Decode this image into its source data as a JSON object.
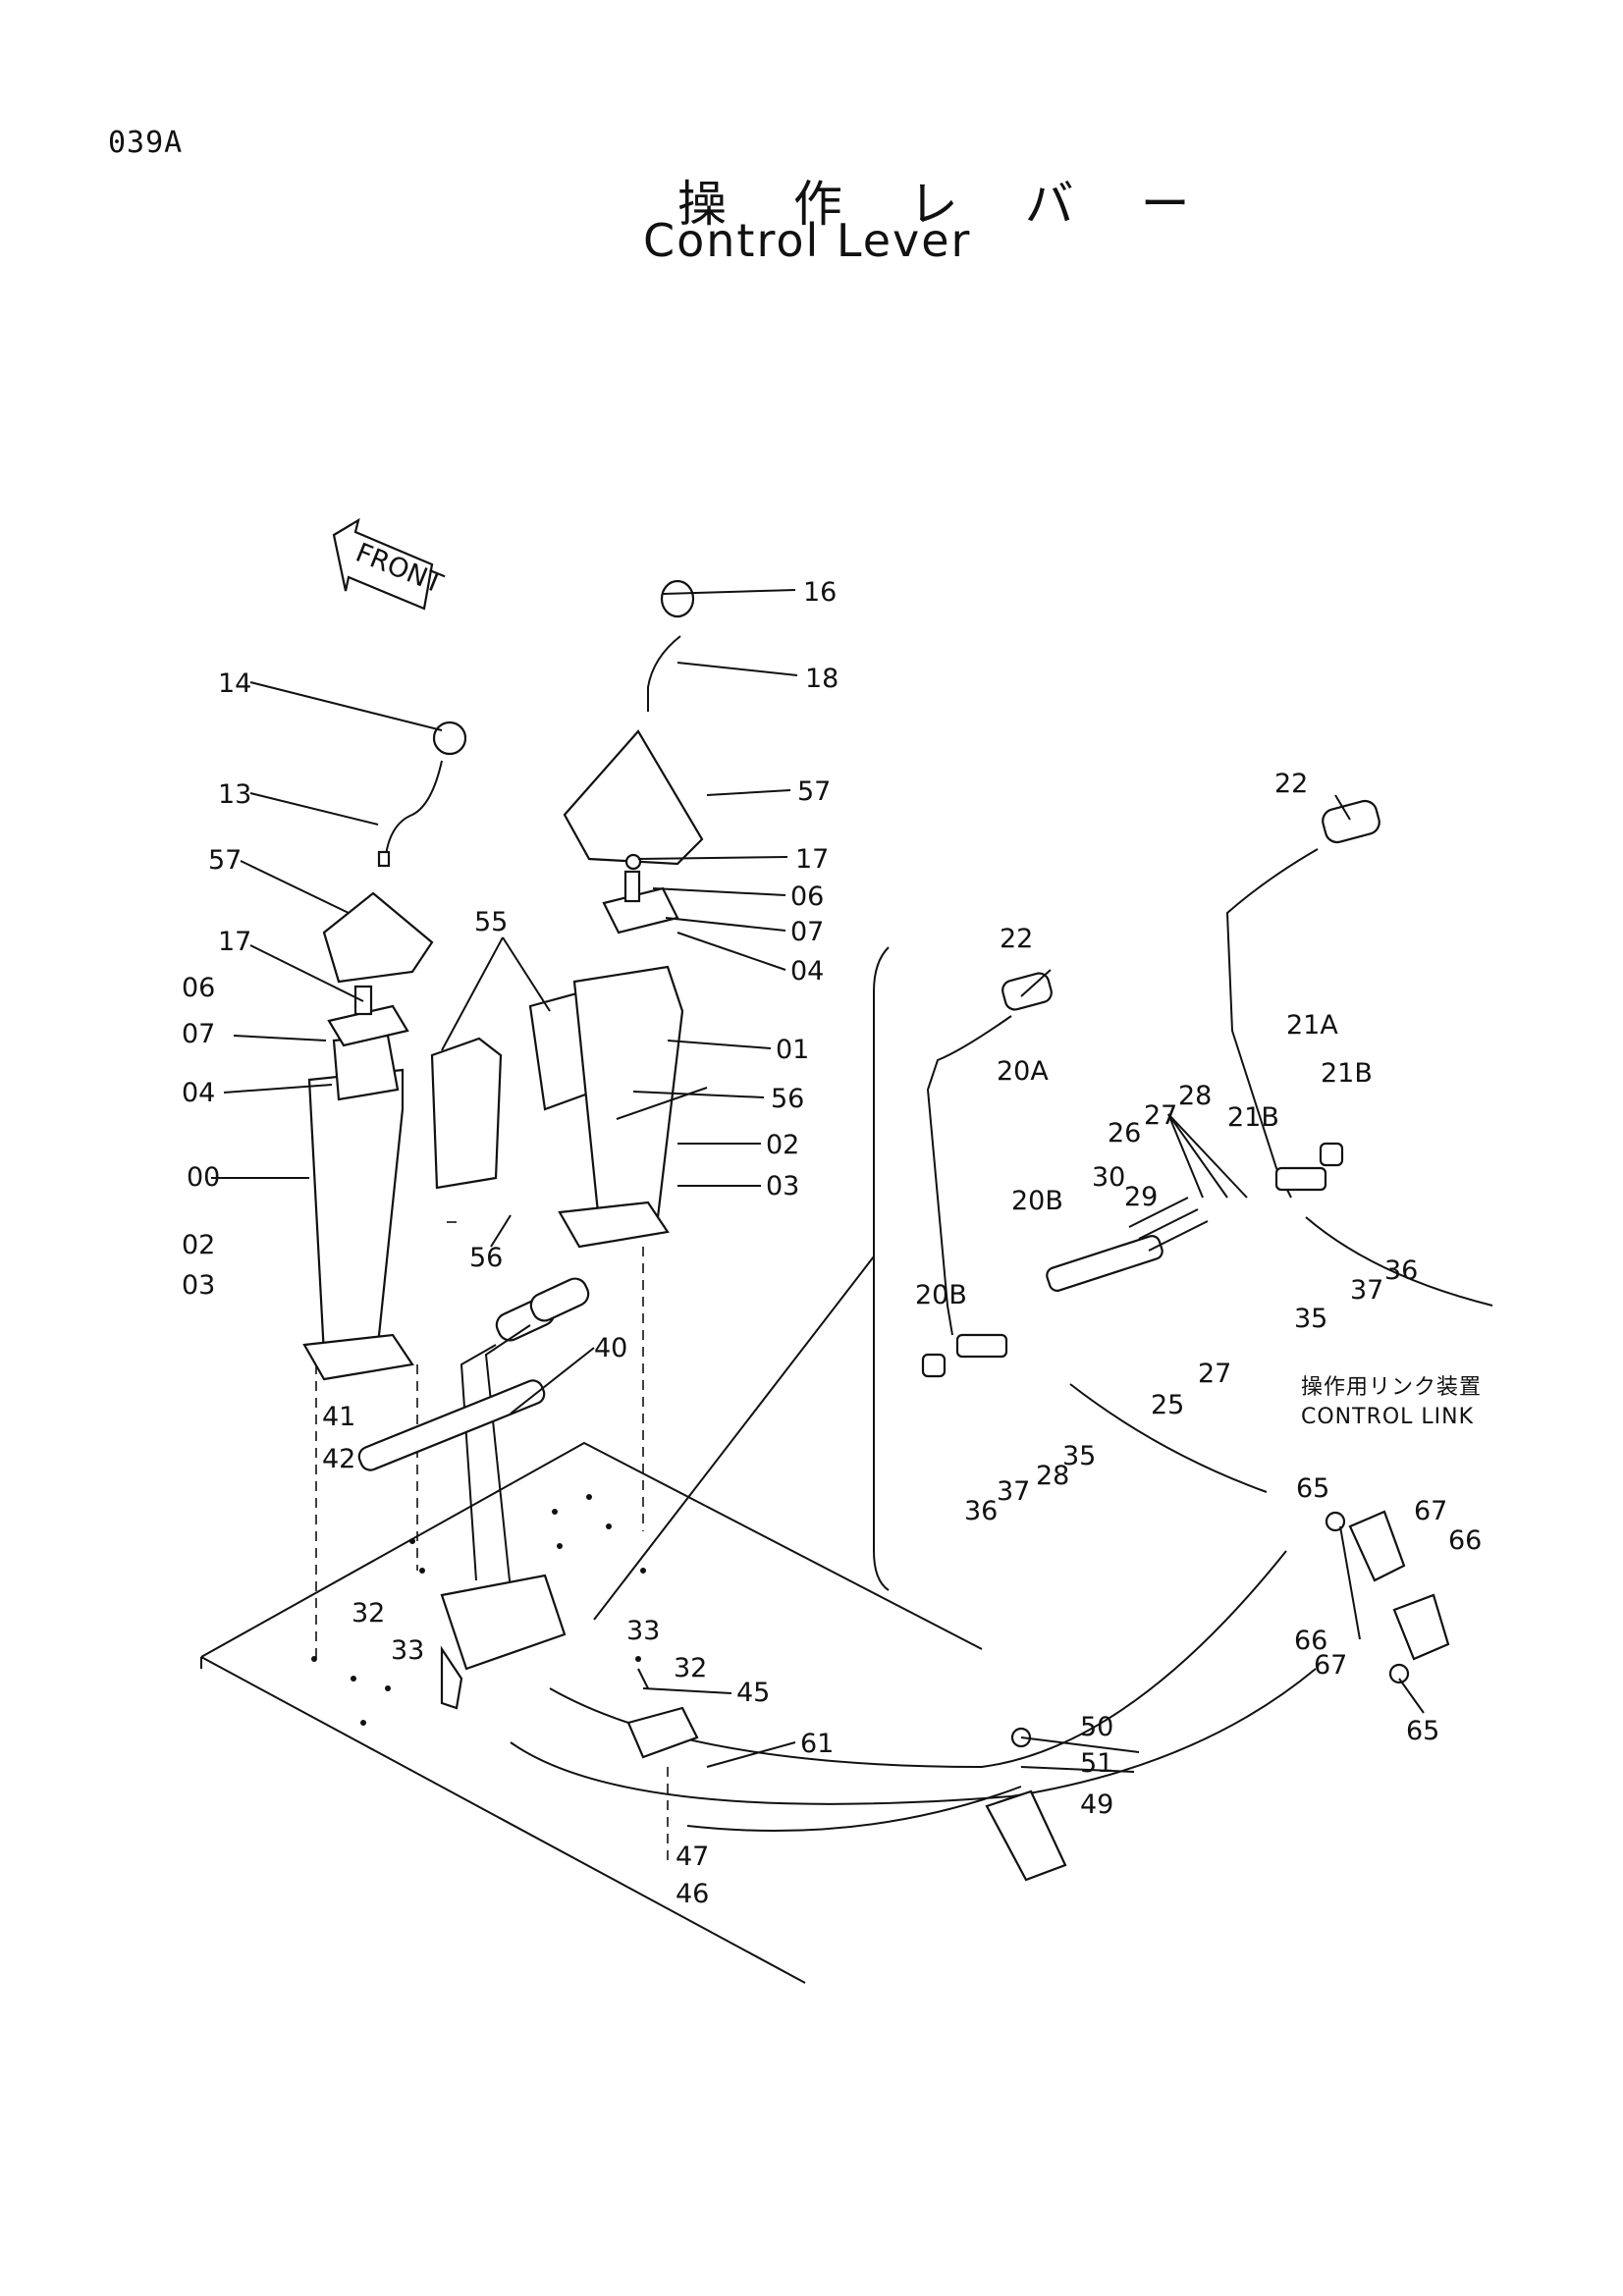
{
  "page_code": "039A",
  "title_jp": "操 作 レ バ ー",
  "title_en": "Control Lever",
  "front_marker": "FRONT",
  "inset_note_jp": "操作用リンク装置",
  "inset_note_en": "CONTROL LINK",
  "callouts": {
    "c16": "16",
    "c18": "18",
    "c57a": "57",
    "c57b": "57",
    "c14": "14",
    "c13": "13",
    "c17a": "17",
    "c17b": "17",
    "c06a": "06",
    "c06b": "06",
    "c07a": "07",
    "c07b": "07",
    "c04a": "04",
    "c04b": "04",
    "c55": "55",
    "c01": "01",
    "c56a": "56",
    "c56b": "56",
    "c00": "00",
    "c02a": "02",
    "c02b": "02",
    "c03a": "03",
    "c03b": "03",
    "c40": "40",
    "c41": "41",
    "c42": "42",
    "c32a": "32",
    "c32b": "32",
    "c33a": "33",
    "c33b": "33",
    "c45": "45",
    "c61": "61",
    "c47": "47",
    "c46": "46",
    "c50": "50",
    "c51": "51",
    "c49": "49",
    "c22a": "22",
    "c22b": "22",
    "c20A": "20A",
    "c20Ba": "20B",
    "c20Bb": "20B",
    "c21A": "21A",
    "c21Ba": "21B",
    "c21Bb": "21B",
    "c28a": "28",
    "c28b": "28",
    "c27a": "27",
    "c27b": "27",
    "c26": "26",
    "c30": "30",
    "c29": "29",
    "c25": "25",
    "c35a": "35",
    "c35b": "35",
    "c36a": "36",
    "c36b": "36",
    "c37a": "37",
    "c37b": "37",
    "c65a": "65",
    "c65b": "65",
    "c66a": "66",
    "c66b": "66",
    "c67a": "67",
    "c67b": "67"
  }
}
